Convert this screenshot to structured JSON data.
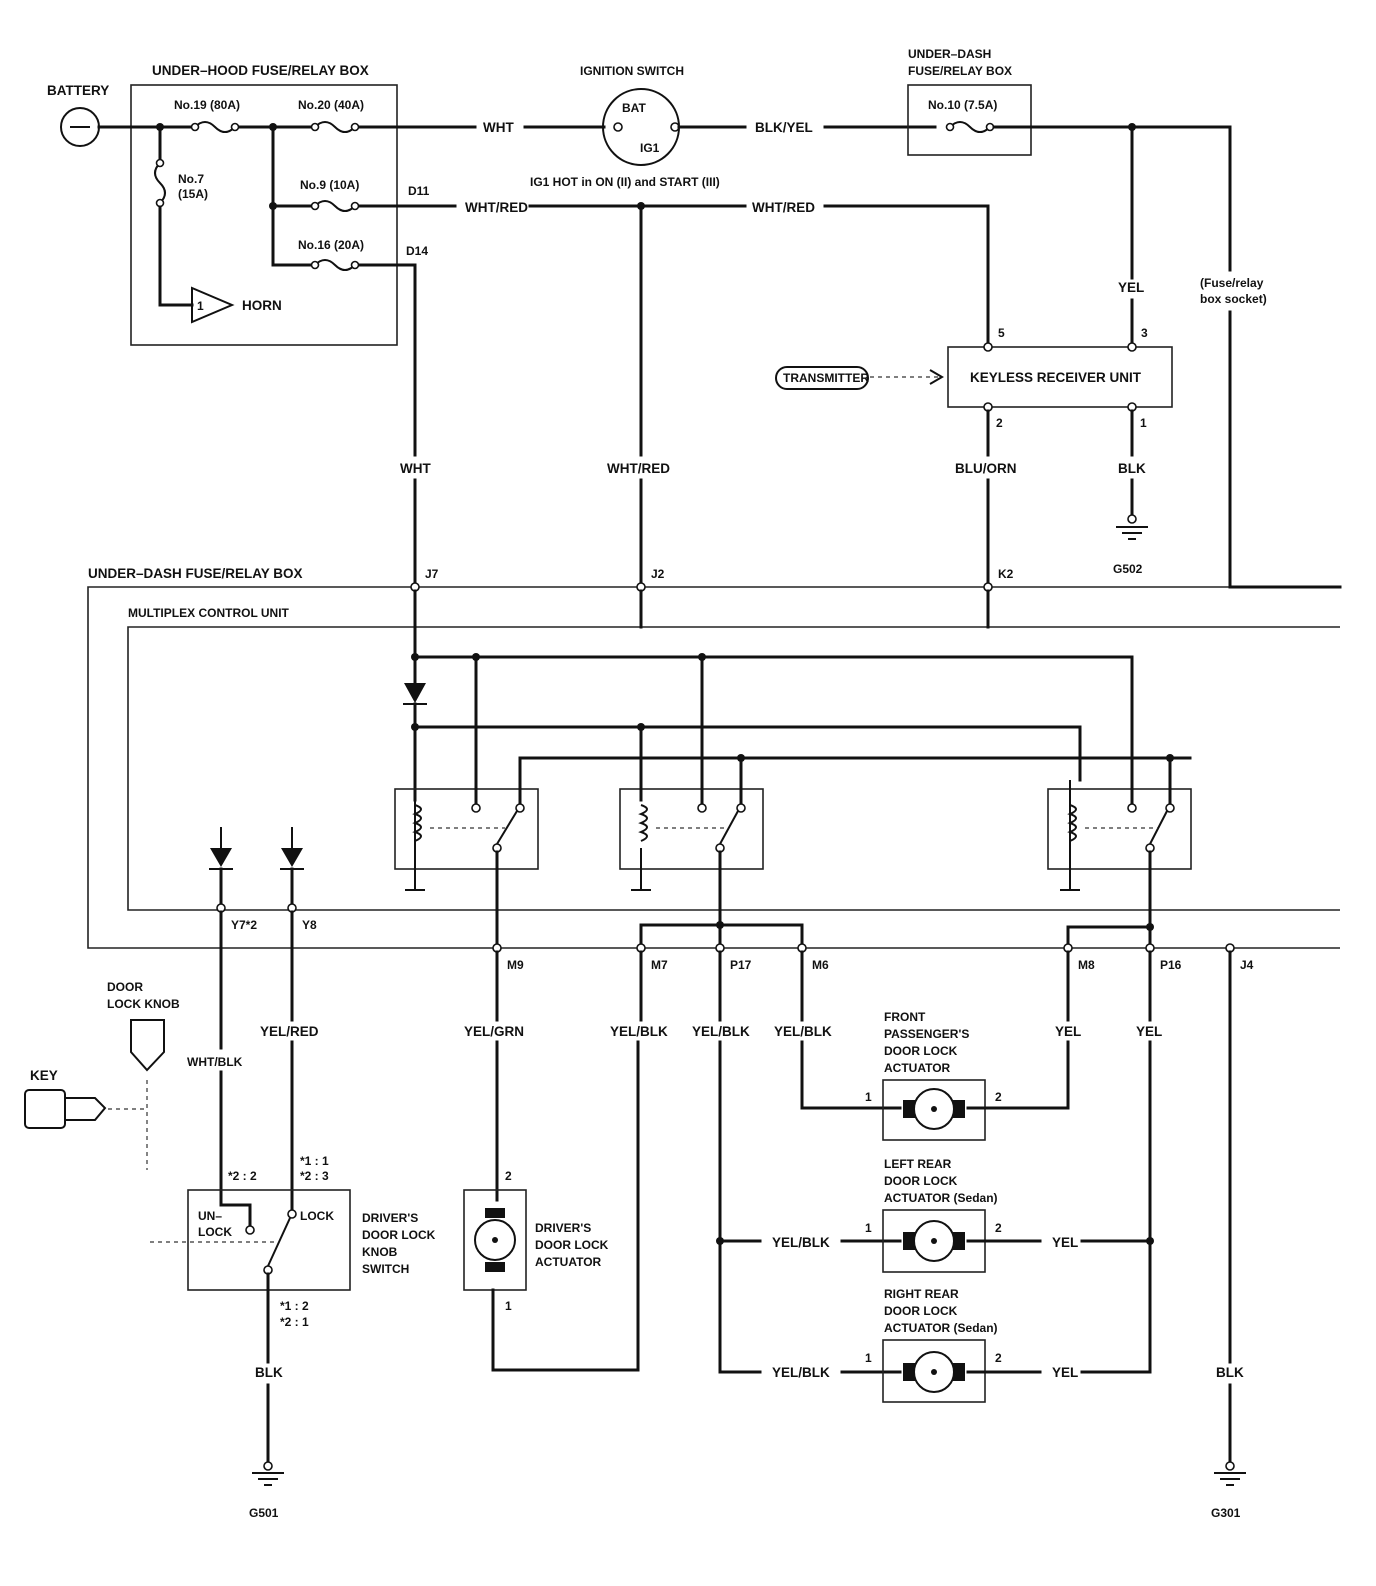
{
  "components": {
    "battery": "BATTERY",
    "under_hood_box": "UNDER–HOOD FUSE/RELAY BOX",
    "fuse_19": "No.19 (80A)",
    "fuse_20": "No.20 (40A)",
    "fuse_7": [
      "No.7",
      "(15A)"
    ],
    "fuse_9": "No.9 (10A)",
    "fuse_16": "No.16 (20A)",
    "horn": "HORN",
    "horn_pin": "1",
    "ignition_switch": "IGNITION SWITCH",
    "ign_bat": "BAT",
    "ign_ig1": "IG1",
    "ig1_note": "IG1 HOT in ON (II) and START (III)",
    "under_dash_box_top": [
      "UNDER–DASH",
      "FUSE/RELAY BOX"
    ],
    "fuse_10": "No.10 (7.5A)",
    "fuse_socket": [
      "(Fuse/relay",
      "box socket)"
    ],
    "transmitter": "TRANSMITTER",
    "keyless_receiver": "KEYLESS RECEIVER UNIT",
    "under_dash_box": "UNDER–DASH FUSE/RELAY BOX",
    "multiplex_unit": "MULTIPLEX CONTROL UNIT",
    "door_lock_knob": [
      "DOOR",
      "LOCK KNOB"
    ],
    "key": "KEY",
    "knob_switch": [
      "DRIVER'S",
      "DOOR LOCK",
      "KNOB",
      "SWITCH"
    ],
    "unlock": [
      "UN–",
      "LOCK"
    ],
    "lock": "LOCK",
    "driver_actuator": [
      "DRIVER'S",
      "DOOR LOCK",
      "ACTUATOR"
    ],
    "front_passenger_actuator": [
      "FRONT",
      "PASSENGER'S",
      "DOOR LOCK",
      "ACTUATOR"
    ],
    "left_rear_actuator": [
      "LEFT REAR",
      "DOOR LOCK",
      "ACTUATOR (Sedan)"
    ],
    "right_rear_actuator": [
      "RIGHT REAR",
      "DOOR LOCK",
      "ACTUATOR (Sedan)"
    ]
  },
  "wires": {
    "wht_top": "WHT",
    "blk_yel": "BLK/YEL",
    "wht_red_left": "WHT/RED",
    "wht_red_right": "WHT/RED",
    "yel_top": "YEL",
    "wht_vert": "WHT",
    "wht_red_vert": "WHT/RED",
    "blu_orn": "BLU/ORN",
    "blk_g502": "BLK",
    "wht_blk": "WHT/BLK",
    "yel_red": "YEL/RED",
    "yel_grn": "YEL/GRN",
    "yel_blk_m7": "YEL/BLK",
    "yel_blk_p17": "YEL/BLK",
    "yel_blk_m6": "YEL/BLK",
    "yel_m8": "YEL",
    "yel_p16": "YEL",
    "yel_blk_left_rear": "YEL/BLK",
    "yel_left_rear": "YEL",
    "yel_blk_right_rear": "YEL/BLK",
    "yel_right_rear": "YEL",
    "blk_g501": "BLK",
    "blk_g301": "BLK"
  },
  "terminals": {
    "d11": "D11",
    "d14": "D14",
    "j7": "J7",
    "j2": "J2",
    "k2": "K2",
    "j4": "J4",
    "y7": "Y7*2",
    "y8": "Y8",
    "m9": "M9",
    "m7": "M7",
    "p17": "P17",
    "m6": "M6",
    "m8": "M8",
    "p16": "P16"
  },
  "pins": {
    "recv_5": "5",
    "recv_3": "3",
    "recv_2": "2",
    "recv_1": "1",
    "sw_unlock_pin": "*2 : 2",
    "sw_lock_pin": [
      "*1 : 1",
      "*2 : 3"
    ],
    "sw_common_pin": [
      "*1 : 2",
      "*2 : 1"
    ],
    "drv_act_2": "2",
    "drv_act_1": "1",
    "fp_1": "1",
    "fp_2": "2",
    "lr_1": "1",
    "lr_2": "2",
    "rr_1": "1",
    "rr_2": "2"
  },
  "grounds": {
    "g502": "G502",
    "g501": "G501",
    "g301": "G301"
  }
}
